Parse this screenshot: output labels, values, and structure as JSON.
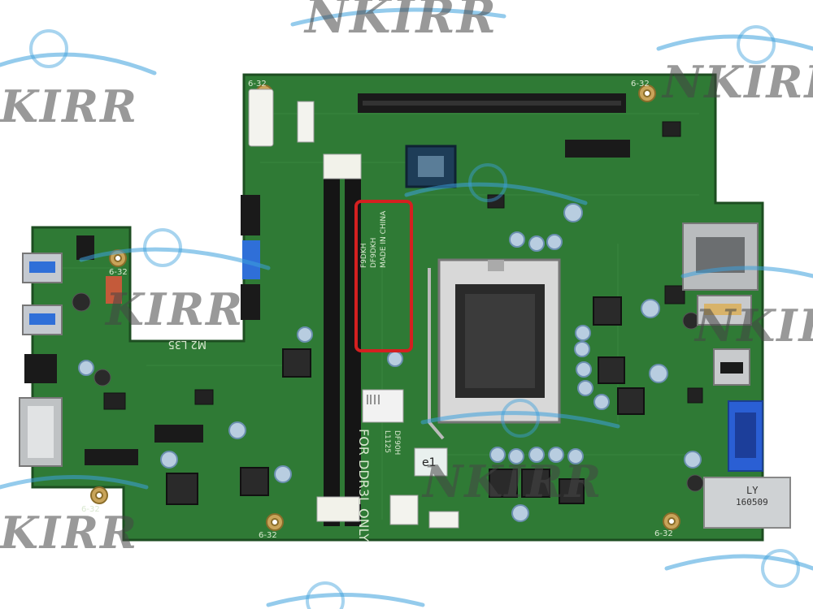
{
  "watermark": {
    "brand": "NKIRR",
    "partial_left": "KIRR",
    "partial_right": "NKIRR",
    "center_fragment": "KIRR"
  },
  "board": {
    "color_board": "#2f7a35",
    "color_dark": "#1d4d21",
    "color_highlight": "#d42020",
    "silkscreen": {
      "memory_note": "FOR DDR3L ONLY",
      "dimm_label": "M2 L35",
      "screw_marks": [
        "6-32",
        "6-32",
        "6-32",
        "6-32",
        "6-32",
        "6-32"
      ],
      "sticker_label": "LY",
      "sticker_date": "160509",
      "sticker_ei": "e1",
      "highlight_lines": [
        "F9DKH",
        "DF9DKH",
        "MADE IN CHINA",
        "L1125",
        "DF90H"
      ]
    }
  }
}
